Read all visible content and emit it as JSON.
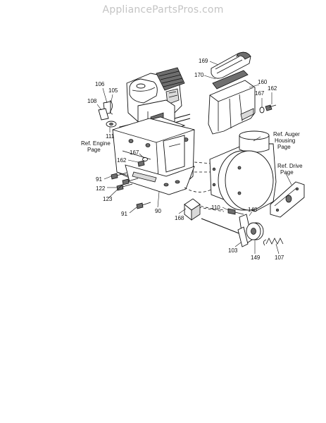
{
  "watermark": "AppliancePartsPros.com",
  "callouts": {
    "p169": "169",
    "p170": "170",
    "p160": "160",
    "p167a": "167",
    "p162a": "162",
    "p106": "106",
    "p105": "105",
    "p108": "108",
    "p111": "111",
    "ref_engine_1": "Ref. Engine",
    "ref_engine_2": "Page",
    "p167b": "167",
    "p162b": "162",
    "p91a": "91",
    "p122": "122",
    "p123": "123",
    "p91b": "91",
    "p90": "90",
    "p168": "168",
    "ref_auger_1": "Ref. Auger",
    "ref_auger_2": "Housing",
    "ref_auger_3": "Page",
    "ref_drive_1": "Ref. Drive",
    "ref_drive_2": "Page",
    "p110": "110",
    "p148": "148",
    "p103": "103",
    "p149": "149",
    "p107": "107"
  }
}
